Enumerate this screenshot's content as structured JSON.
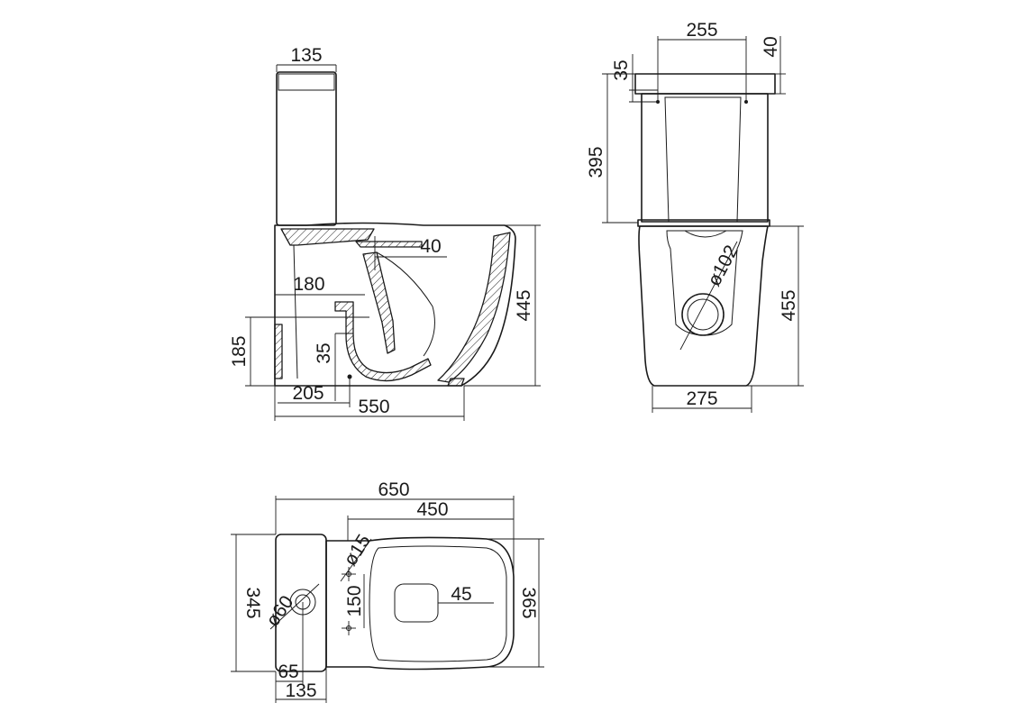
{
  "dimensions": {
    "side_tank_depth": "135",
    "side_inlet_offset": "40",
    "side_outlet_height": "180",
    "side_total_height": "445",
    "side_outlet_centre": "185",
    "side_small": "35",
    "side_outlet_from_wall": "205",
    "side_length": "550",
    "front_hole_spacing": "255",
    "front_top_depth": "40",
    "front_hole_offset": "35",
    "front_tank_height": "395",
    "front_outlet_diameter": "ø102",
    "front_pan_height": "455",
    "front_base_width": "275",
    "top_total_length": "650",
    "top_pan_length": "450",
    "top_tank_width": "345",
    "top_pan_width": "365",
    "top_fixing_diameter": "ø15",
    "top_fixing_spacing": "150",
    "top_opening_offset": "45",
    "top_waste_diameter": "ø60",
    "top_waste_offset": "65",
    "top_tank_depth": "135"
  }
}
